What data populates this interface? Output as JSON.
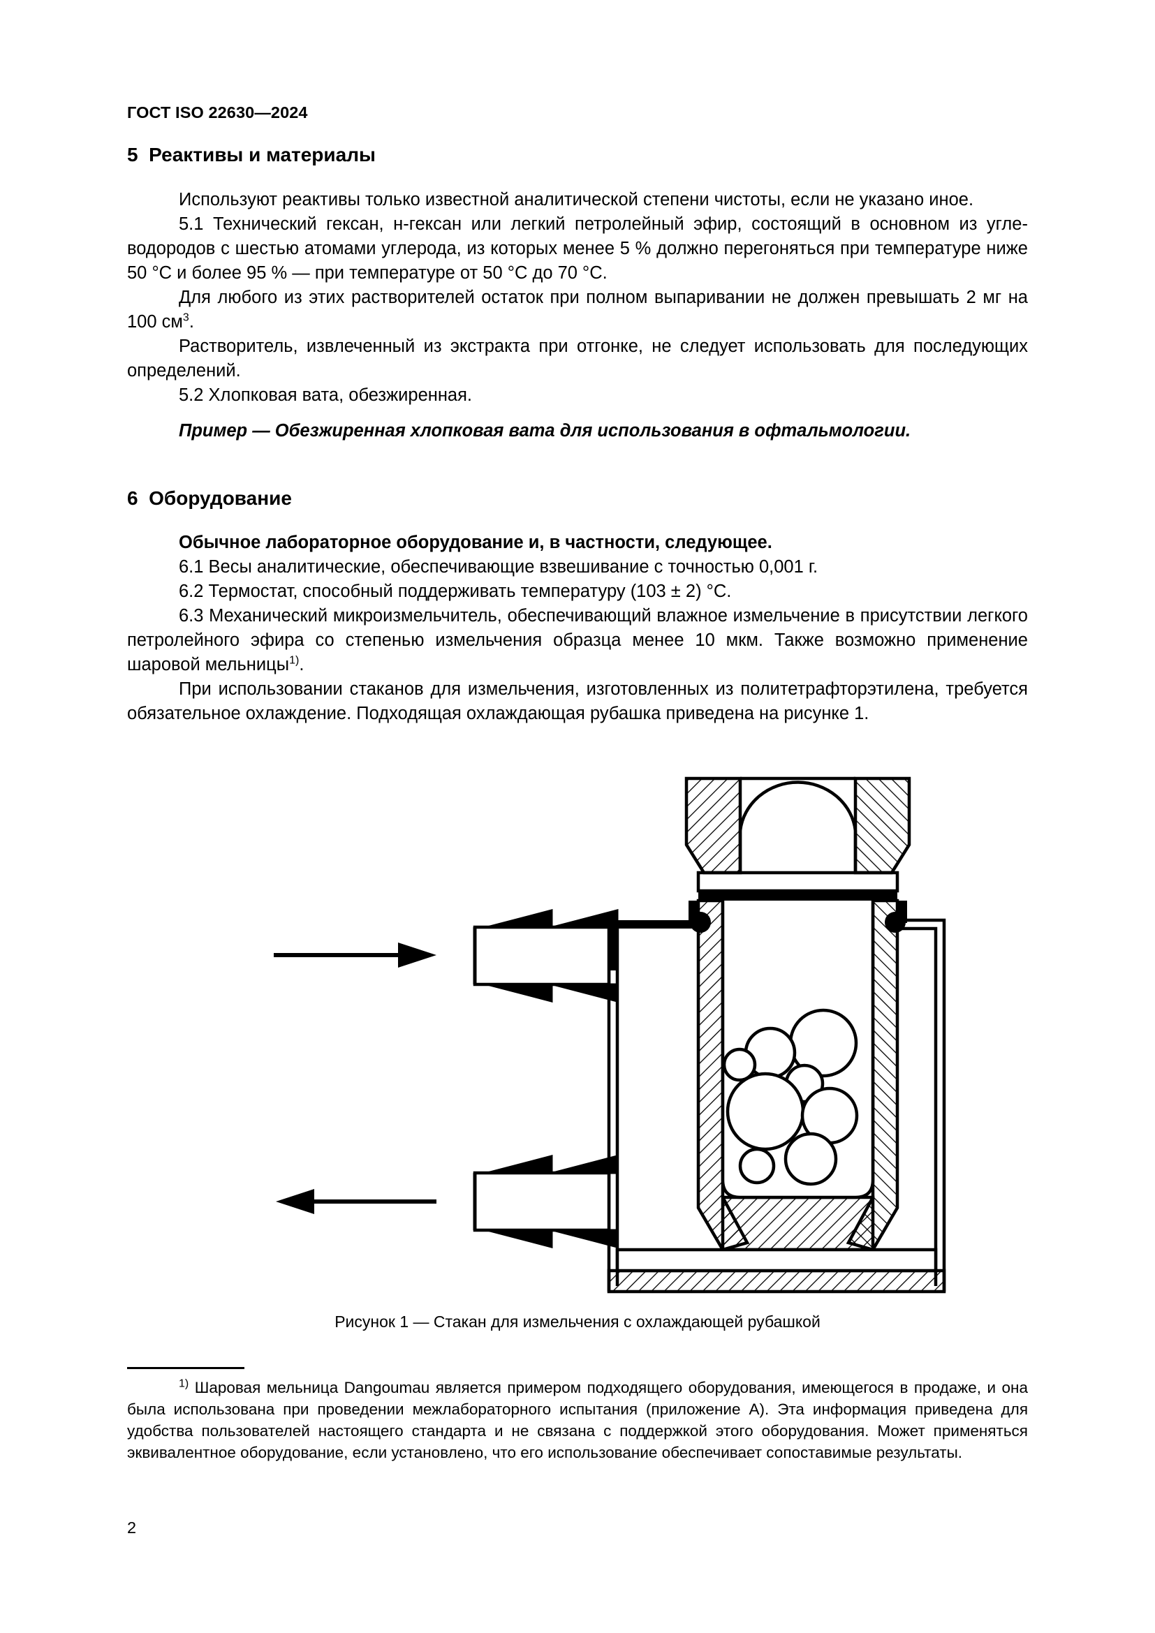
{
  "header": {
    "standard_id": "ГОСТ ISO 22630—2024"
  },
  "sections": {
    "reagents": {
      "number": "5",
      "title": "Реактивы и материалы",
      "intro": "Используют реактивы только известной аналитической степени чистоты, если не указано иное.",
      "item_5_1": "5.1  Технический гексан, н-гексан или легкий петролейный эфир, состоящий в основном из угле­водородов с шестью атомами углерода, из которых менее 5 % должно перегоняться при температуре ниже 50 °C и более 95 % — при температуре от 50 °C до 70 °C.",
      "residue_par_a": "Для любого из этих растворителей остаток при полном выпаривании не должен превышать 2 мг на 100 см",
      "residue_sup": "3",
      "residue_par_b": ".",
      "solvent_par": "Растворитель, извлеченный из экстракта при отгонке, не следует использовать для последующих определений.",
      "item_5_2": "5.2  Хлопковая вата, обезжиренная.",
      "example": "Пример — Обезжиренная хлопковая вата для использования в офтальмологии."
    },
    "equipment": {
      "number": "6",
      "title": "Оборудование",
      "lead": "Обычное лабораторное оборудование и, в частности, следующее.",
      "item_6_1": "6.1  Весы аналитические, обеспечивающие взвешивание с точностью 0,001 г.",
      "item_6_2": "6.2  Термостат, способный поддерживать температуру (103 ± 2) °C.",
      "item_6_3_a": "6.3  Механический  микроизмельчитель,  обеспечивающий  влажное  измельчение  в  присутствии легкого петролейного эфира со степенью измельчения образца менее 10 мкм. Также возможно приме­нение шаровой мельницы",
      "item_6_3_sup": "1)",
      "item_6_3_b": ".",
      "cooling_par": "При использовании стаканов для измельчения, изготовленных из политетрафторэтилена, требу­ется обязательное охлаждение. Подходящая охлаждающая рубашка приведена на рисунке 1."
    }
  },
  "figure": {
    "caption": "Рисунок 1 — Стакан для измельчения с охлаждающей рубашкой",
    "inlet_arrow": "coolant-inlet-arrow",
    "outlet_arrow": "coolant-outlet-arrow"
  },
  "footnote": {
    "marker": "1)",
    "line_1": " Шаровая мельница Dangoumau является примером подходящего оборудования, имеющегося в продаже, и она была использована при проведении межлабораторного испытания (приложение А). Эта информация при­ведена для удобства пользователей настоящего стандарта и не связана с поддержкой этого оборудования. Может применяться эквивалентное оборудование, если установлено, что его использование обеспечивает сопоставимые результаты."
  },
  "folio": {
    "page_number": "2"
  },
  "colors": {
    "ink": "#000000",
    "paper": "#ffffff"
  }
}
